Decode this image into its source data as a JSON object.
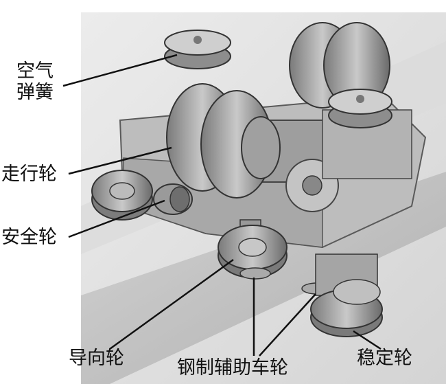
{
  "labels": {
    "air_spring_line1": "空气",
    "air_spring_line2": "弹簧",
    "walking_wheel": "走行轮",
    "safety_wheel": "安全轮",
    "guide_wheel": "导向轮",
    "steel_aux_wheel": "钢制辅助车轮",
    "stabilizer_wheel": "稳定轮"
  }
}
